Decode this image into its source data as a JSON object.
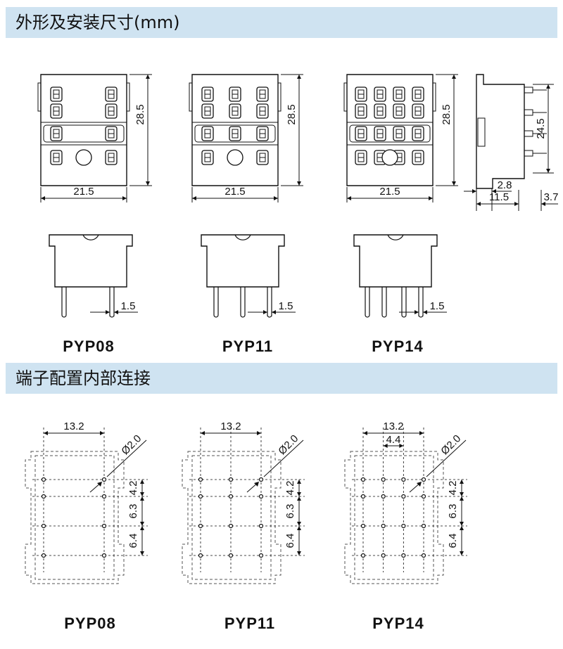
{
  "section1": {
    "title": "外形及安装尺寸(mm)"
  },
  "section2": {
    "title": "端子配置内部连接"
  },
  "models": [
    "PYP08",
    "PYP11",
    "PYP14"
  ],
  "outline": {
    "width_label": "21.5",
    "height_label": "28.5",
    "side_height_label": "24.5",
    "side_dim_a": "2.8",
    "side_dim_b": "11.5",
    "side_dim_c": "3.7",
    "pin_label": "1.5"
  },
  "wiring": {
    "spacing_label": "13.2",
    "pitch_label_14": "4.4",
    "hole_label": "Ø2.0",
    "row_gaps": [
      "4.2",
      "6.3",
      "6.4"
    ]
  }
}
